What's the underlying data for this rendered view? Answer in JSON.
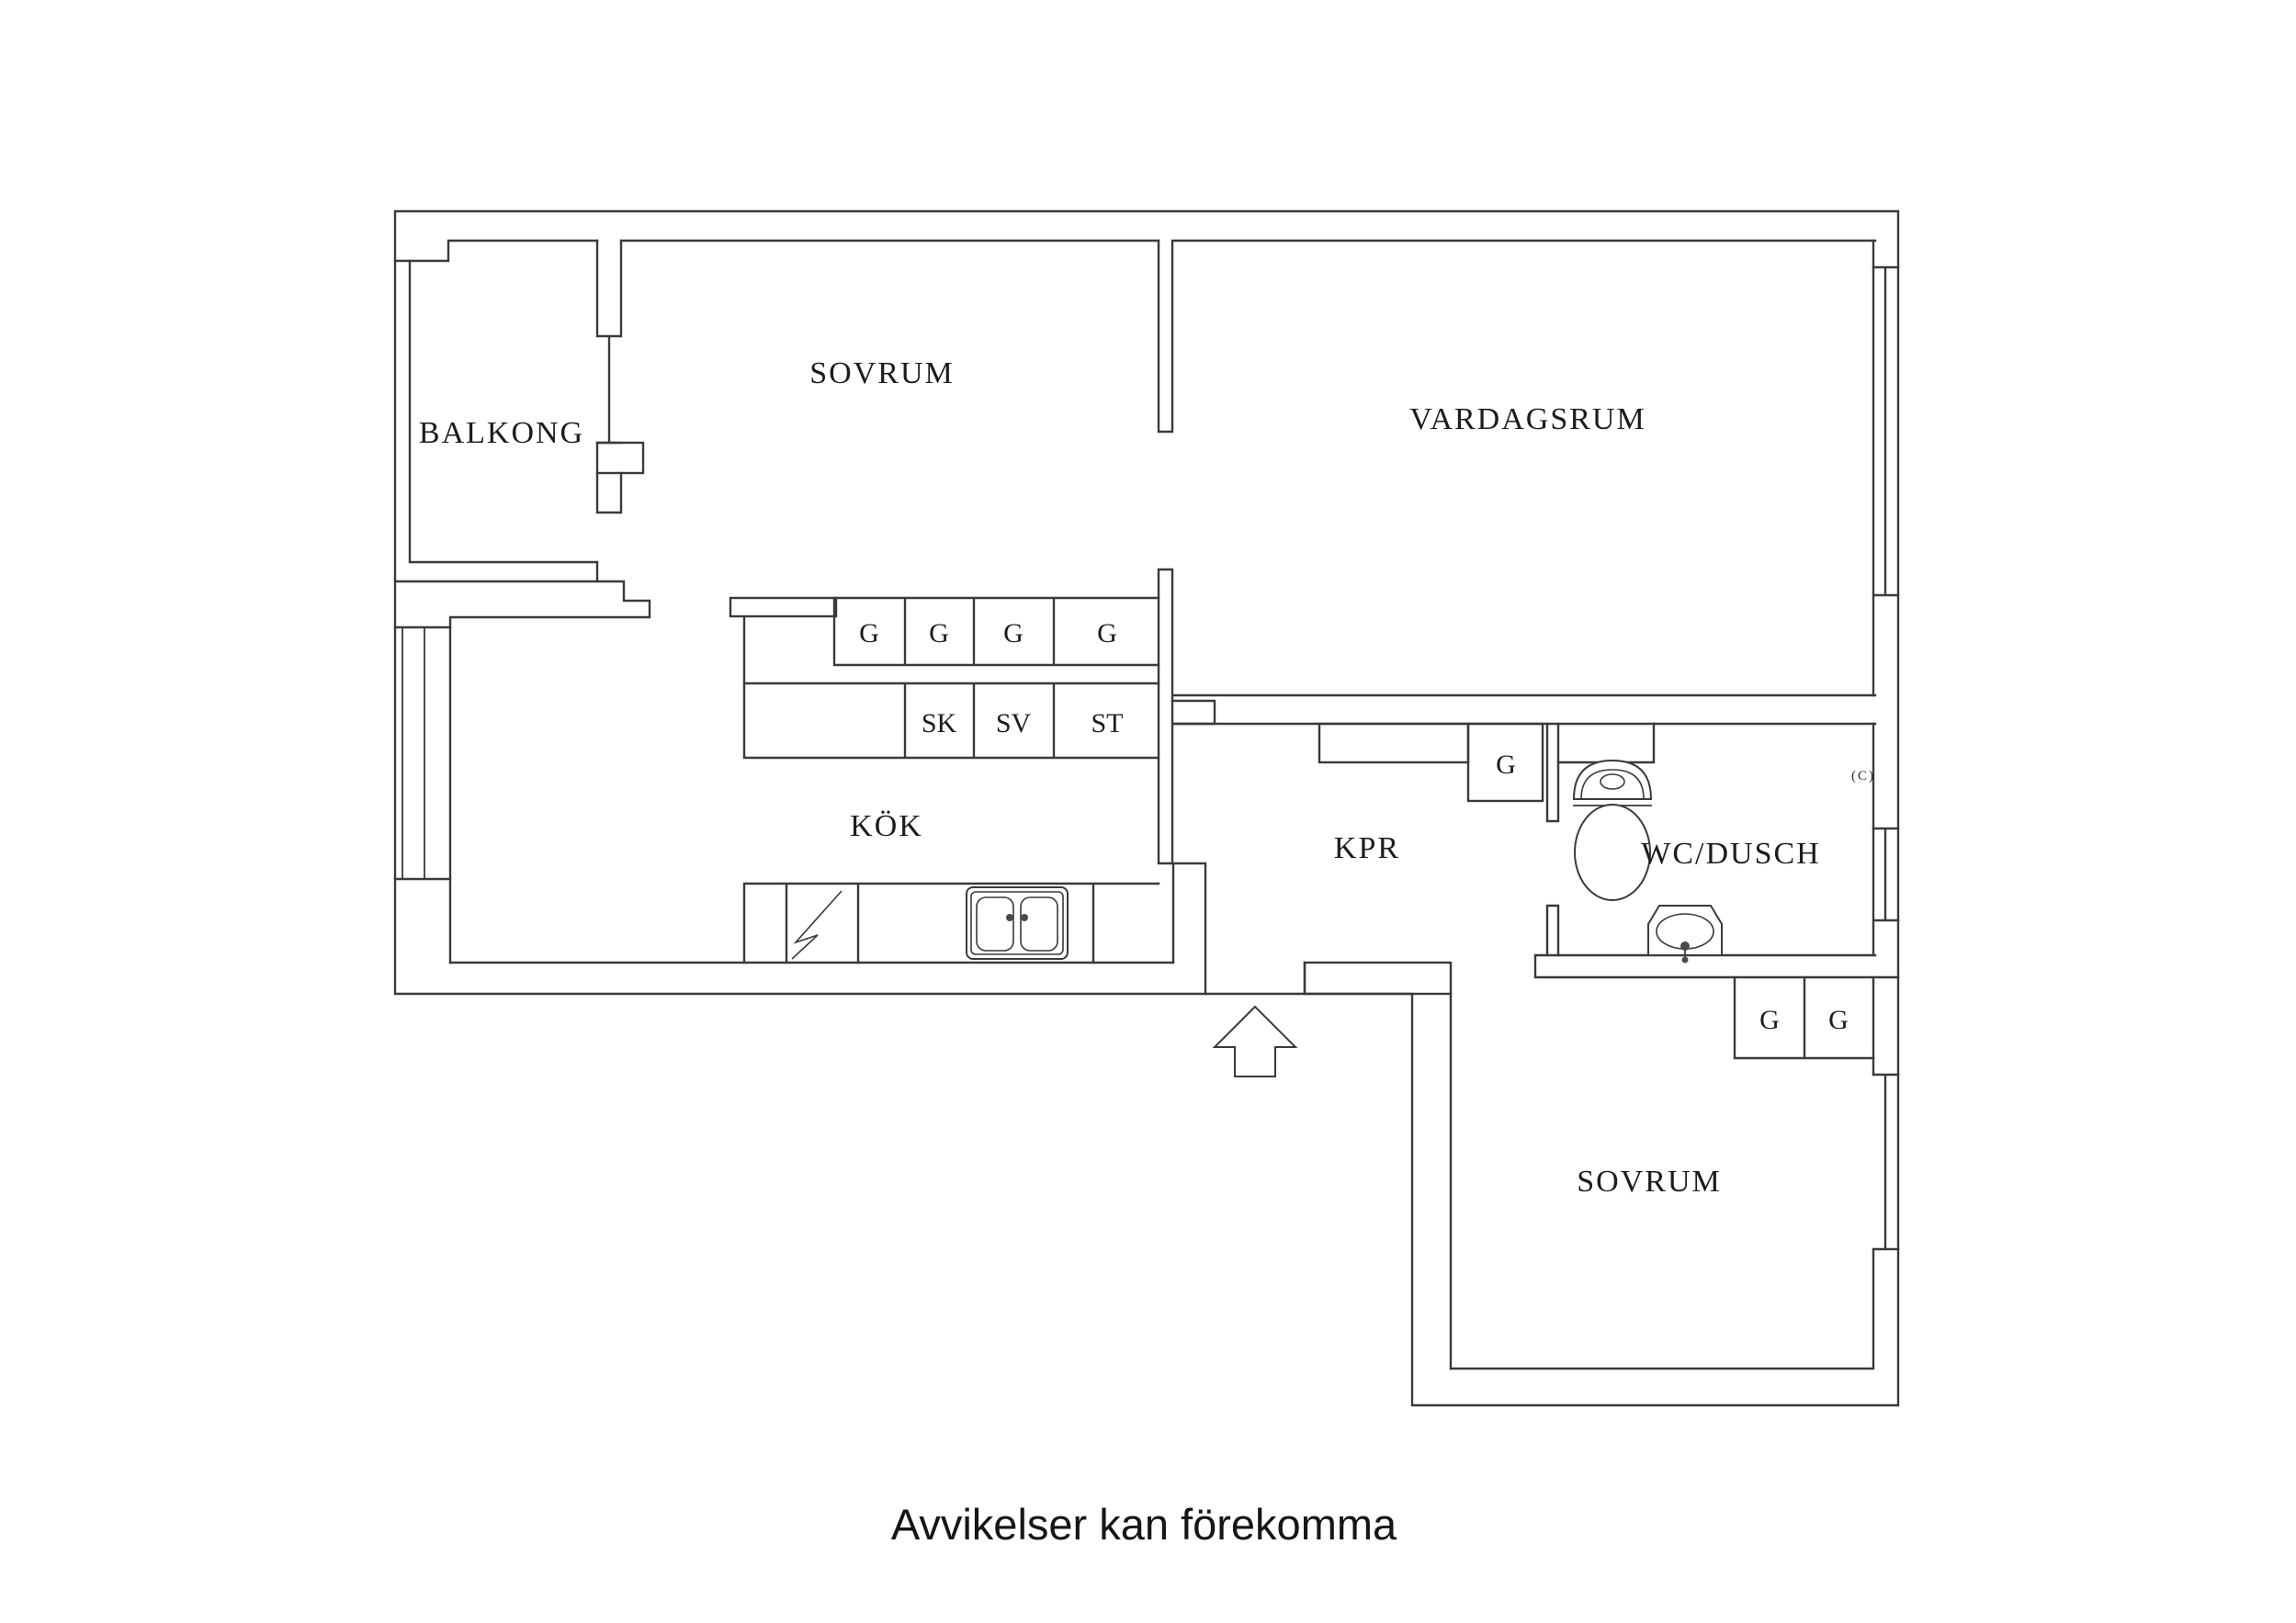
{
  "floorplan": {
    "caption": "Avvikelser kan förekomma",
    "marker_c": "(C)",
    "rooms": {
      "balcony": "BALKONG",
      "bedroom_top": "SOVRUM",
      "living_room": "VARDAGSRUM",
      "kitchen": "KÖK",
      "hallway": "KPR",
      "bathroom": "WC/DUSCH",
      "bedroom_bottom": "SOVRUM"
    },
    "cabinets": {
      "kitchen_g1": "G",
      "kitchen_g2": "G",
      "kitchen_g3": "G",
      "kitchen_g4": "G",
      "kitchen_sk": "SK",
      "kitchen_sv": "SV",
      "kitchen_st": "ST",
      "hall_g": "G",
      "bedroom_g1": "G",
      "bedroom_g2": "G"
    },
    "colors": {
      "wall_line": "#3a3a3a",
      "text": "#1c1c1c",
      "background": "#ffffff"
    }
  }
}
